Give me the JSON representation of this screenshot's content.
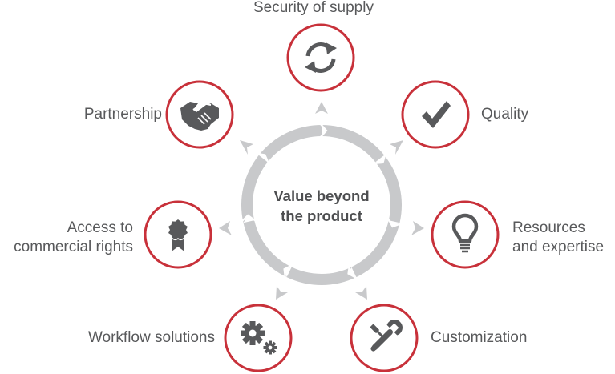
{
  "diagram": {
    "title": "Value beyond the product",
    "title_line1": "Value beyond",
    "title_line2": "the product",
    "colors": {
      "accent_red": "#c8313a",
      "icon_gray": "#58595b",
      "text_gray": "#58595b",
      "ring_gray": "#c8c9cb",
      "background": "#ffffff"
    },
    "nodes": [
      {
        "id": "security",
        "label": "Security of supply",
        "icon": "refresh-arrows-icon"
      },
      {
        "id": "quality",
        "label": "Quality",
        "icon": "checkmark-icon"
      },
      {
        "id": "resources",
        "label_line1": "Resources",
        "label_line2": "and expertise",
        "icon": "lightbulb-icon"
      },
      {
        "id": "customization",
        "label": "Customization",
        "icon": "wrench-screwdriver-icon"
      },
      {
        "id": "workflow",
        "label": "Workflow solutions",
        "icon": "gears-icon"
      },
      {
        "id": "access",
        "label_line1": "Access to",
        "label_line2": "commercial rights",
        "icon": "award-ribbon-icon"
      },
      {
        "id": "partnership",
        "label": "Partnership",
        "icon": "handshake-icon"
      }
    ]
  }
}
